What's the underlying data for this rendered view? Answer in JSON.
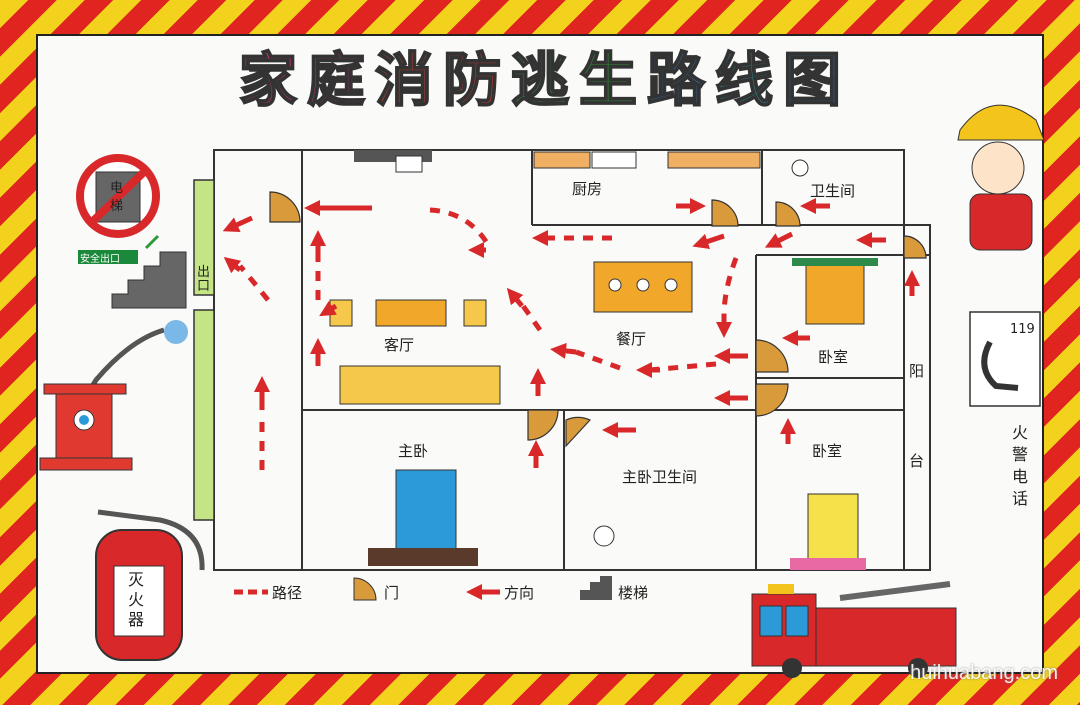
{
  "title": {
    "chars": [
      "家",
      "庭",
      "消",
      "防",
      "逃",
      "生",
      "路",
      "线",
      "图"
    ],
    "colors": [
      "#d8357a",
      "#c8357a",
      "#c8402a",
      "#d23a2a",
      "#3a9a3a",
      "#2e8a34",
      "#2a7ab8",
      "#2a9aa0",
      "#2a6aaa"
    ]
  },
  "rooms": {
    "kitchen": "厨房",
    "bathroom": "卫生间",
    "living_room": "客厅",
    "dining_room": "餐厅",
    "bedroom_a": "卧室",
    "bedroom_b": "卧室",
    "master_bedroom": "主卧",
    "master_bathroom": "主卧卫生间",
    "exit": "出口",
    "balcony": "阳台"
  },
  "signs": {
    "safe_exit": "安全出口",
    "elevator": "电梯",
    "extinguisher": "灭火器",
    "fire_phone_number": "119",
    "fire_phone_label": "火警电话"
  },
  "legend": {
    "path": "路径",
    "door": "门",
    "direction": "方向",
    "stairs": "楼梯"
  },
  "colors": {
    "arrow": "#d8282a",
    "door": "#d89a3a",
    "furniture_orange": "#f1a72a",
    "furniture_yellow": "#f5c74a",
    "bed_blue": "#2c9ad8",
    "wall": "#333333",
    "exit_green": "#c4e486"
  },
  "watermark": "huihuabang.com"
}
